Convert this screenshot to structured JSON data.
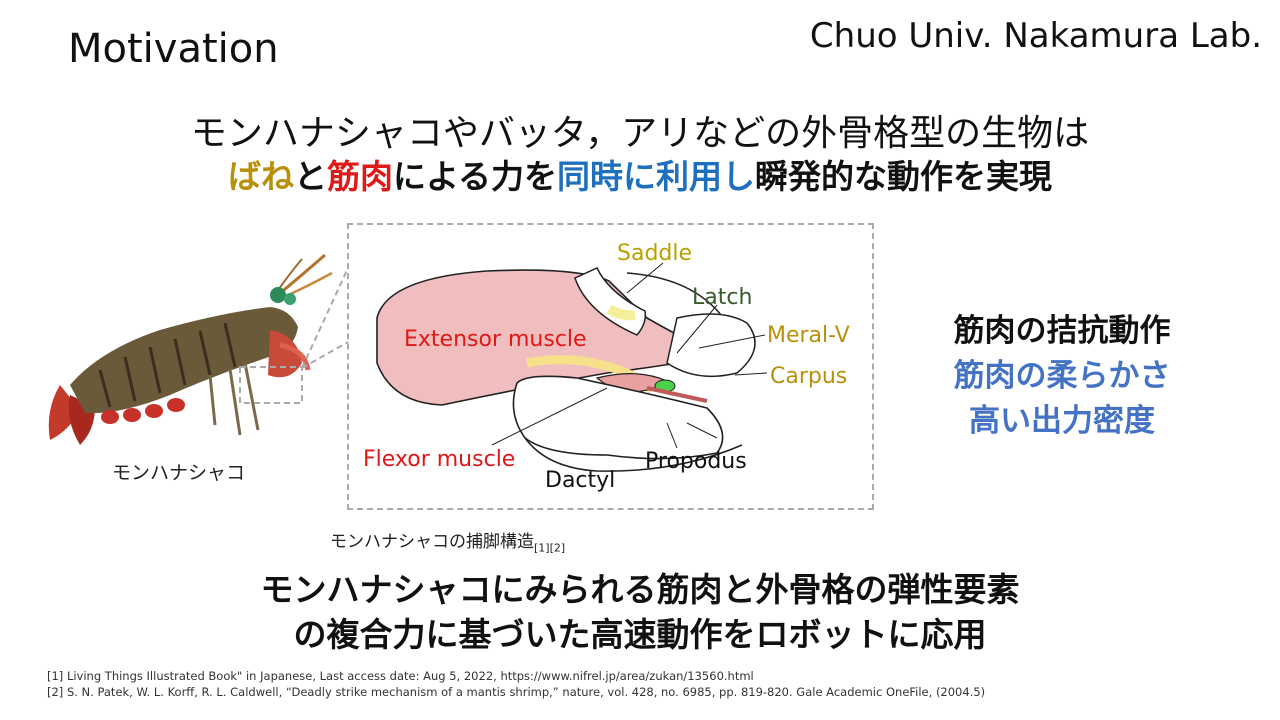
{
  "header": {
    "title": "Motivation",
    "lab": "Chuo Univ. Nakamura Lab."
  },
  "headline": {
    "line1": "モンハナシャコやバッタ，アリなどの外骨格型の生物は",
    "line2_parts": [
      "ばね",
      "と",
      "筋肉",
      "による力を",
      "同時に利用し",
      "瞬発的な動作を実現"
    ]
  },
  "figure": {
    "labels": {
      "saddle": "Saddle",
      "latch": "Latch",
      "meral_v": "Meral-V",
      "carpus": "Carpus",
      "extensor": "Extensor muscle",
      "flexor": "Flexor muscle",
      "dactyl": "Dactyl",
      "propodus": "Propodus"
    },
    "caption": "モンハナシャコの捕脚構造",
    "caption_refs": "[1][2]"
  },
  "shrimp_caption": "モンハナシャコ",
  "side": {
    "line1": "筋肉の拮抗動作",
    "line2": "筋肉の柔らかさ",
    "line3": "高い出力密度"
  },
  "summary": {
    "line1": "モンハナシャコにみられる筋肉と外骨格の弾性要素",
    "line2": "の複合力に基づいた高速動作をロボットに応用"
  },
  "references": [
    "[1] Living Things Illustrated Book\" in Japanese, Last access date: Aug 5, 2022, https://www.nifrel.jp/area/zukan/13560.html",
    "[2] S. N. Patek, W. L. Korff, R. L. Caldwell, “Deadly strike mechanism of a mantis shrimp,” nature, vol. 428, no. 6985, pp. 819-820. Gale Academic OneFile, (2004.5)"
  ],
  "colors": {
    "spring": "#b8900b",
    "muscle": "#e01818",
    "simultaneous": "#1f6fbf",
    "side_blue": "#4472c4",
    "saddle_label": "#b8a000",
    "latch_label": "#3a5a2a"
  }
}
